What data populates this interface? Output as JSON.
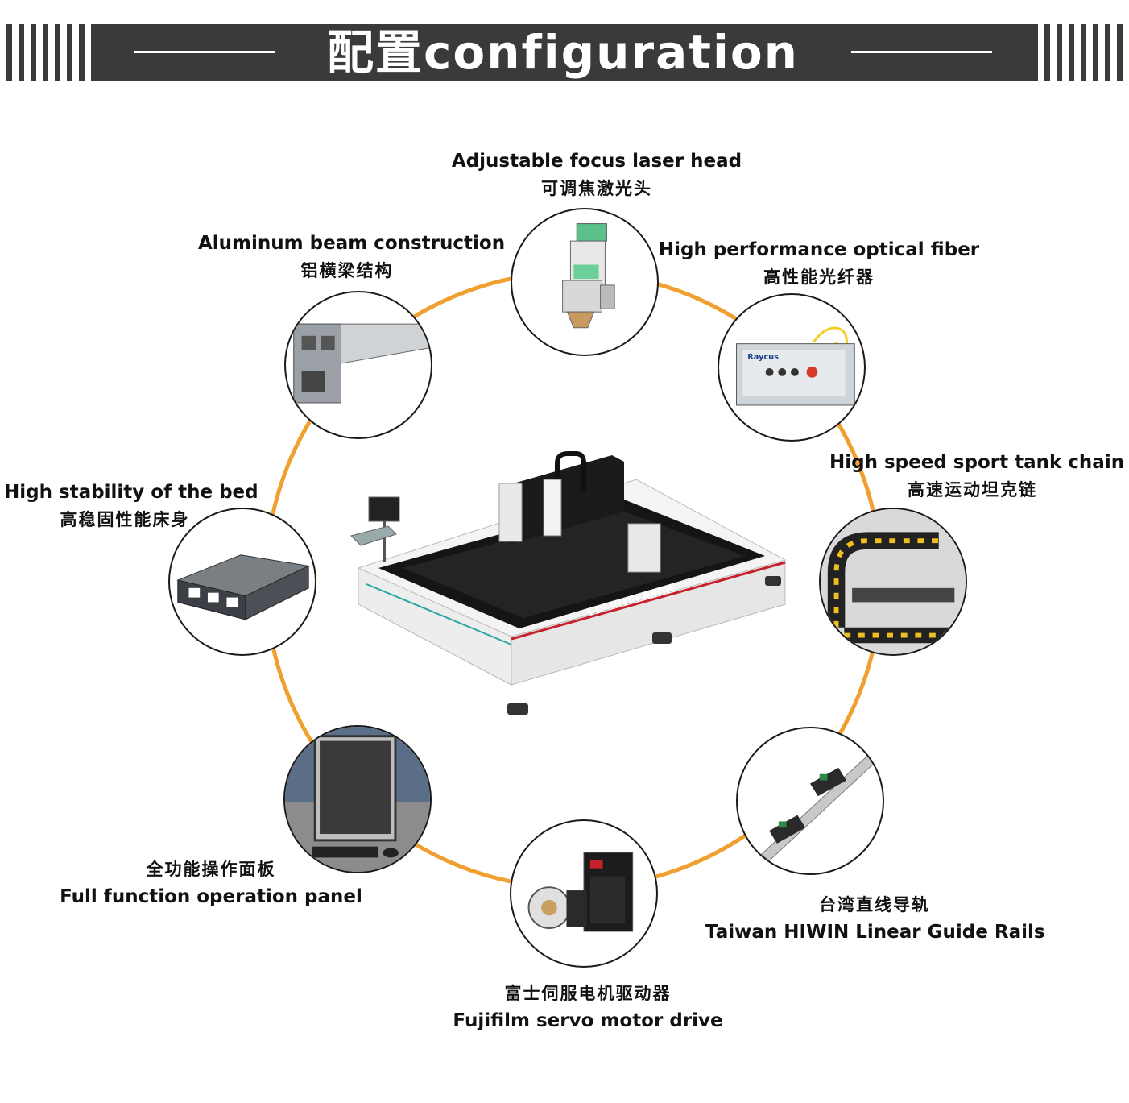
{
  "header": {
    "title": "配置configuration"
  },
  "colors": {
    "banner": "#3a3a3a",
    "ring": "#f0a030",
    "accent_red": "#c8202a"
  },
  "features": [
    {
      "id": "laser-head",
      "en": "Adjustable focus laser head",
      "cn": "可调焦激光头",
      "icon": "laser-head-icon"
    },
    {
      "id": "fiber",
      "en": "High performance optical fiber",
      "cn": "高性能光纤器",
      "icon": "fiber-laser-source-icon"
    },
    {
      "id": "tank-chain",
      "en": "High speed sport tank chain",
      "cn": "高速运动坦克链",
      "icon": "tank-chain-icon"
    },
    {
      "id": "guide-rails",
      "en": "Taiwan HIWIN Linear Guide Rails",
      "cn": "台湾直线导轨",
      "icon": "linear-guide-rail-icon"
    },
    {
      "id": "servo",
      "en": "Fujifilm servo motor drive",
      "cn": "富士伺服电机驱动器",
      "icon": "servo-motor-icon"
    },
    {
      "id": "panel",
      "en": "Full function operation panel",
      "cn": "全功能操作面板",
      "icon": "operation-panel-icon"
    },
    {
      "id": "bed",
      "en": "High stability of the bed",
      "cn": "高稳固性能床身",
      "icon": "machine-bed-icon"
    },
    {
      "id": "beam",
      "en": "Aluminum beam construction",
      "cn": "铝横梁结构",
      "icon": "aluminum-beam-icon"
    }
  ],
  "machine": {
    "model_label": "VR-3015LASER",
    "icon": "laser-cutting-machine-icon"
  },
  "fiber_source_brand": "Raycus"
}
